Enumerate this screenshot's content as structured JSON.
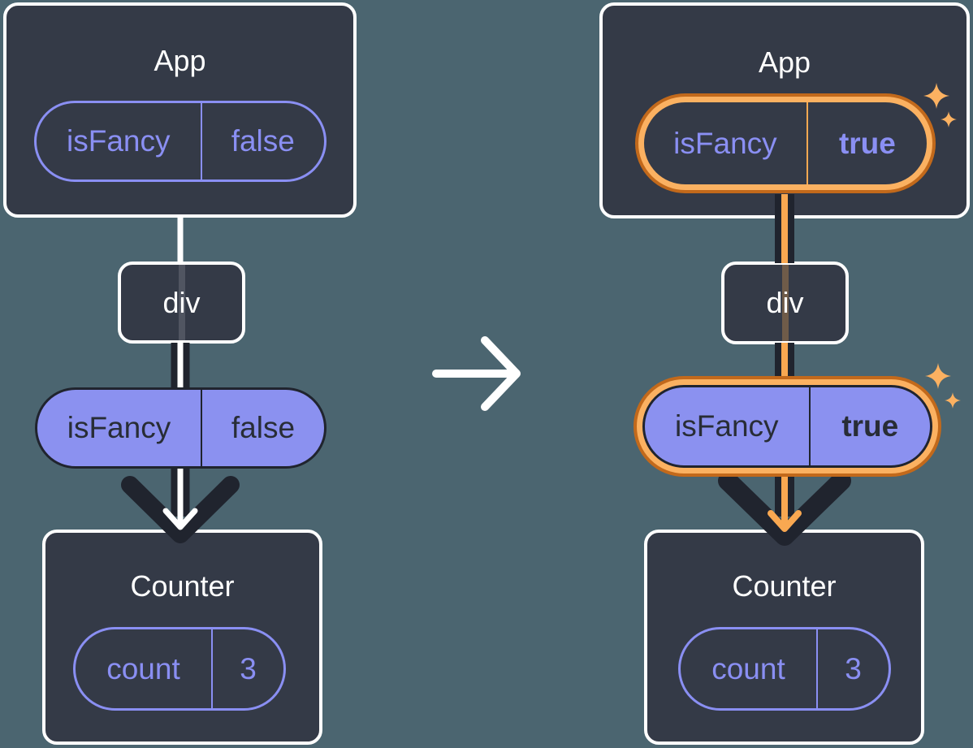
{
  "diagram": {
    "description": "React component tree before and after state change",
    "transition": "arrow-right-icon"
  },
  "colors": {
    "background": "#4B6570",
    "card": "#343A47",
    "card_border": "#FFFFFF",
    "purple": "#8A8FF3",
    "pill_fill": "#8B91F0",
    "dark": "#20242E",
    "orange_light": "#FBB161",
    "orange_dark": "#C2691B",
    "orange_accent": "#F9A851"
  },
  "before": {
    "app_title": "App",
    "app_prop_name": "isFancy",
    "app_prop_value": "false",
    "div_label": "div",
    "passed_prop_name": "isFancy",
    "passed_prop_value": "false",
    "counter_title": "Counter",
    "state_name": "count",
    "state_value": "3"
  },
  "after": {
    "app_title": "App",
    "app_prop_name": "isFancy",
    "app_prop_value": "true",
    "div_label": "div",
    "passed_prop_name": "isFancy",
    "passed_prop_value": "true",
    "counter_title": "Counter",
    "state_name": "count",
    "state_value": "3"
  }
}
